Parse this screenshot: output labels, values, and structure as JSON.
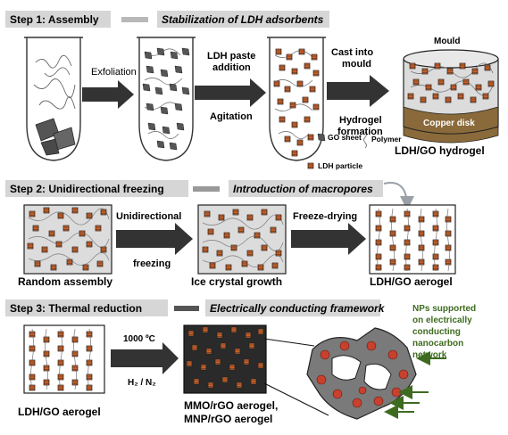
{
  "step1": {
    "title": "Step 1: Assembly",
    "subtitle": "Stabilization of LDH adsorbents"
  },
  "step2": {
    "title": "Step 2: Unidirectional freezing",
    "subtitle": "Introduction of macropores"
  },
  "step3": {
    "title": "Step 3: Thermal reduction",
    "subtitle": "Electrically conducting framework"
  },
  "labels": {
    "exfoliation": "Exfoliation",
    "ldh_paste_1": "LDH paste",
    "ldh_paste_2": "addition",
    "agitation": "Agitation",
    "cast_1": "Cast into",
    "cast_2": "mould",
    "hydrogel_1": "Hydrogel",
    "hydrogel_2": "formation",
    "mould": "Mould",
    "copper_disk": "Copper disk",
    "ldh_go_hydrogel": "LDH/GO hydrogel",
    "go_sheet": "GO sheet",
    "polymer": "Polymer",
    "ldh_particle": "LDH particle",
    "unidirectional_1": "Unidirectional",
    "unidirectional_2": "freezing",
    "freeze_drying": "Freeze-drying",
    "random_assembly": "Random assembly",
    "ice_crystal": "Ice crystal growth",
    "ldh_go_aerogel": "LDH/GO aerogel",
    "temp": "1000 ºC",
    "gas": "H₂ / N₂",
    "ldh_go_aerogel_2": "LDH/GO aerogel",
    "mmo": "MMO/rGO aerogel,",
    "mnp": "MNP/rGO aerogel",
    "nps_1": "NPs supported",
    "nps_2": "on electrically",
    "nps_3": "conducting",
    "nps_4": "nanocarbon",
    "nps_5": "network"
  },
  "colors": {
    "header_bg": "#d6d6d6",
    "panel_bg": "#dcdcdc",
    "ldh_orange": "#e06a2a",
    "copper": "#8a6a3a",
    "green_text": "#3e6b1f",
    "red_sphere": "#c8412e"
  }
}
